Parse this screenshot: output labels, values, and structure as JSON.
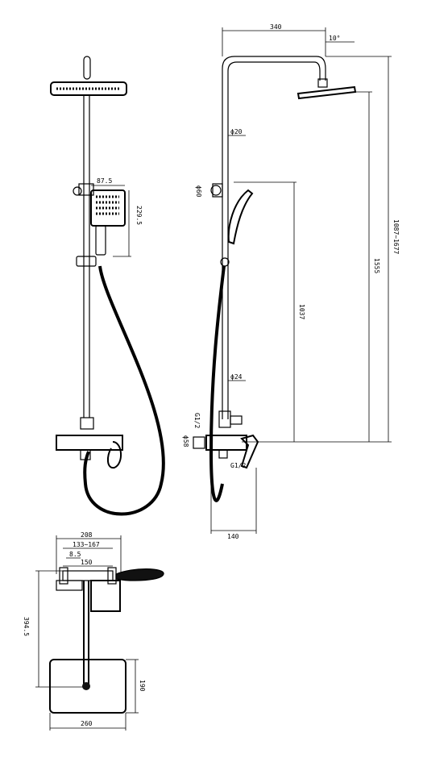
{
  "diagram": {
    "labels": {
      "front_handshower_width": "87.5",
      "front_handshower_height": "229.5",
      "side_arm_length": "340",
      "side_head_angle": "10°",
      "side_pipe_diameter_top": "ϕ20",
      "side_pipe_diameter_bottom": "ϕ24",
      "side_holder_diameter": "ϕ60",
      "side_height_handshower": "1037",
      "side_height_head": "1555",
      "side_height_range": "1087~1677",
      "side_thread_top": "G1/2",
      "side_thread_bottom": "G1/2",
      "side_diameter_58": "ϕ58",
      "side_depth": "140",
      "top_width": "208",
      "top_spacing": "133~167",
      "top_offset": "8.5",
      "top_center": "150",
      "top_projection": "394.5",
      "top_head_width": "260",
      "top_head_depth": "190"
    },
    "colors": {
      "line": "#000000",
      "fill_dark": "#111111",
      "fill_light": "#ffffff"
    }
  }
}
